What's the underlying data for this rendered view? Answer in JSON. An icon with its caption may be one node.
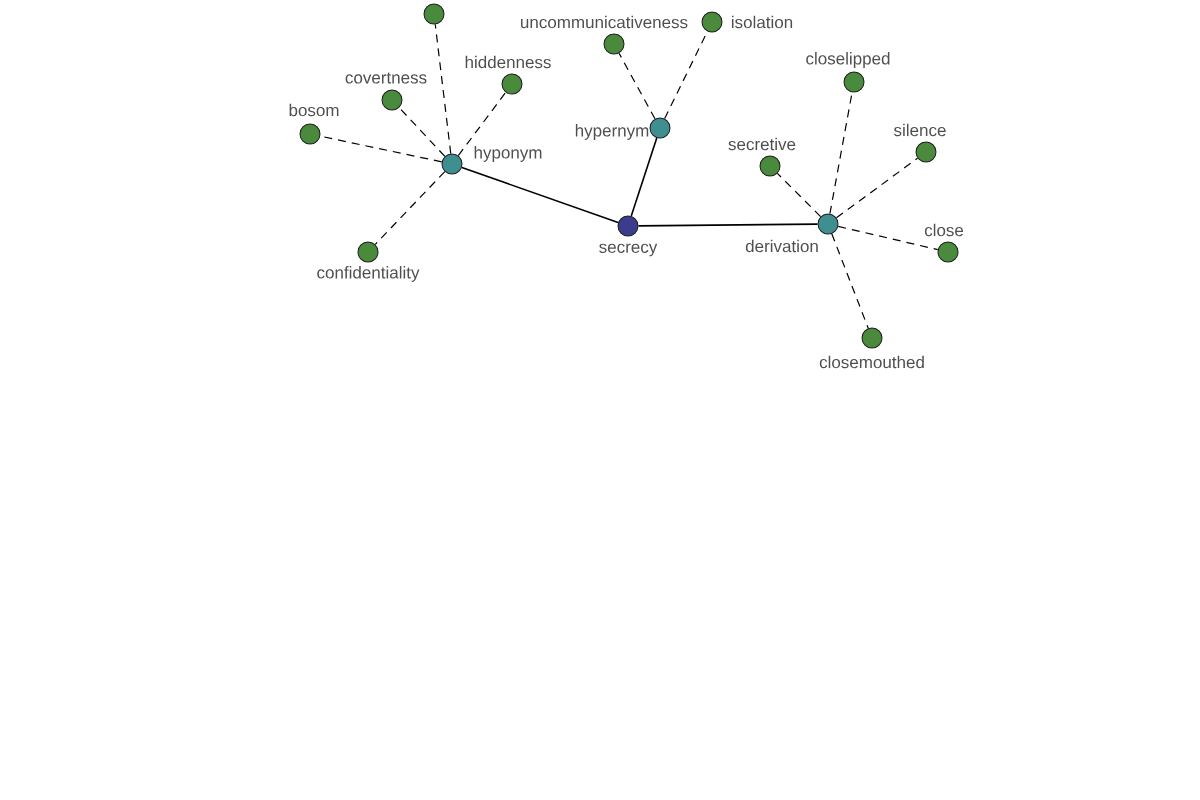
{
  "diagram": {
    "nodes": [
      {
        "text": [
          "secrecy"
        ]
      },
      {
        "text": [
          "hyponym"
        ]
      },
      {
        "text": [
          "hypernym"
        ]
      },
      {
        "text": [
          "derivation"
        ]
      },
      {
        "text": [],
        "shape": "circle"
      },
      {
        "text": [
          "covertness"
        ]
      },
      {
        "text": [
          "hiddenness"
        ]
      },
      {
        "text": [
          "bosom"
        ]
      },
      {
        "text": [
          "confidentiality"
        ]
      },
      {
        "text": [
          "uncommunicativeness"
        ]
      },
      {
        "text": [
          "isolation"
        ]
      },
      {
        "text": [
          "closelipped"
        ]
      },
      {
        "text": [
          "secretive"
        ]
      },
      {
        "text": [
          "silence"
        ]
      },
      {
        "text": [
          "close"
        ]
      },
      {
        "text": [
          "closemouthed"
        ]
      }
    ],
    "edges": [
      {
        "from": 0,
        "to": 1,
        "arrow": "none"
      },
      {
        "from": 0,
        "to": 2,
        "arrow": "none"
      },
      {
        "from": 0,
        "to": 3,
        "arrow": "none"
      },
      {
        "from": 1,
        "to": 4,
        "arrow": "none",
        "style": "dashed"
      },
      {
        "from": 1,
        "to": 5,
        "arrow": "none",
        "style": "dashed"
      },
      {
        "from": 1,
        "to": 6,
        "arrow": "none",
        "style": "dashed"
      },
      {
        "from": 1,
        "to": 7,
        "arrow": "none",
        "style": "dashed"
      },
      {
        "from": 1,
        "to": 8,
        "arrow": "none",
        "style": "dashed"
      },
      {
        "from": 2,
        "to": 9,
        "arrow": "none",
        "style": "dashed"
      },
      {
        "from": 2,
        "to": 10,
        "arrow": "none",
        "style": "dashed"
      },
      {
        "from": 3,
        "to": 11,
        "arrow": "none",
        "style": "dashed"
      },
      {
        "from": 3,
        "to": 12,
        "arrow": "none",
        "style": "dashed"
      },
      {
        "from": 3,
        "to": 13,
        "arrow": "none",
        "style": "dashed"
      },
      {
        "from": 3,
        "to": 14,
        "arrow": "none",
        "style": "dashed"
      },
      {
        "from": 3,
        "to": 15,
        "arrow": "none",
        "style": "dashed"
      }
    ]
  }
}
